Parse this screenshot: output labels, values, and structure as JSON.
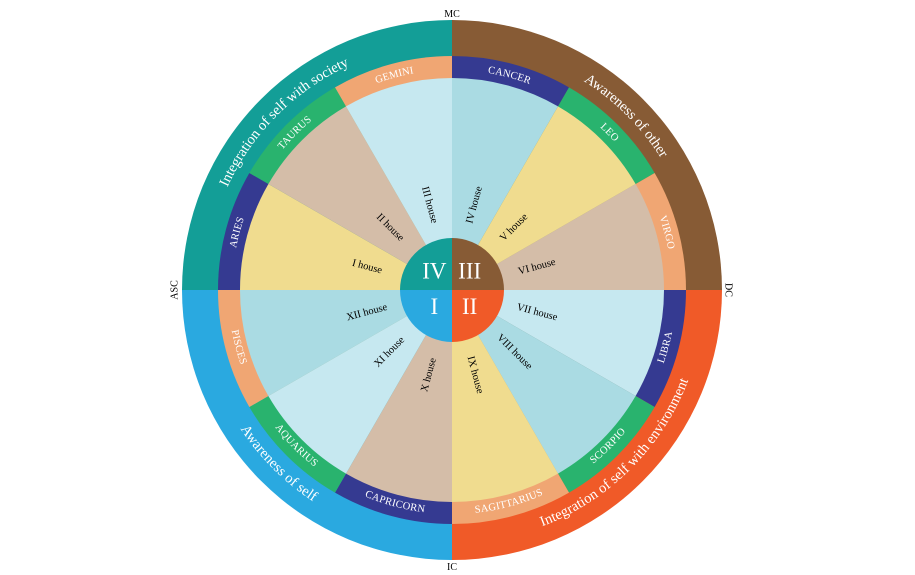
{
  "axes": {
    "top": "MC",
    "right": "DC",
    "bottom": "IC",
    "left": "ASC"
  },
  "colors": {
    "teal": "#139e97",
    "brown": "#875b35",
    "orange": "#f05a28",
    "blue": "#2aa9e0",
    "navy": "#353a91",
    "green": "#29b36e",
    "peach": "#f0a673",
    "sand": "#f0dc8f",
    "tan": "#d4bda8",
    "light_blue": "#c6e8f0",
    "aqua": "#aadbe3"
  },
  "quadrants": [
    {
      "numeral": "IV",
      "theme": "Integration of self with society",
      "color": "#139e97"
    },
    {
      "numeral": "III",
      "theme": "Awareness of other",
      "color": "#875b35"
    },
    {
      "numeral": "II",
      "theme": "Integration of self with environment",
      "color": "#f05a28"
    },
    {
      "numeral": "I",
      "theme": "Awareness of self",
      "color": "#2aa9e0"
    }
  ],
  "signs": [
    {
      "name": "ARIES",
      "color": "#353a91"
    },
    {
      "name": "TAURUS",
      "color": "#29b36e"
    },
    {
      "name": "GEMINI",
      "color": "#f0a673"
    },
    {
      "name": "CANCER",
      "color": "#353a91"
    },
    {
      "name": "LEO",
      "color": "#29b36e"
    },
    {
      "name": "VIRGO",
      "color": "#f0a673"
    },
    {
      "name": "LIBRA",
      "color": "#353a91"
    },
    {
      "name": "SCORPIO",
      "color": "#29b36e"
    },
    {
      "name": "SAGITTARIUS",
      "color": "#f0a673"
    },
    {
      "name": "CAPRICORN",
      "color": "#353a91"
    },
    {
      "name": "AQUARIUS",
      "color": "#29b36e"
    },
    {
      "name": "PISCES",
      "color": "#f0a673"
    }
  ],
  "houses": [
    {
      "label": "I house",
      "color": "#f0dc8f"
    },
    {
      "label": "II house",
      "color": "#d4bda8"
    },
    {
      "label": "III house",
      "color": "#c6e8f0"
    },
    {
      "label": "IV house",
      "color": "#aadbe3"
    },
    {
      "label": "V house",
      "color": "#f0dc8f"
    },
    {
      "label": "VI house",
      "color": "#d4bda8"
    },
    {
      "label": "VII house",
      "color": "#c6e8f0"
    },
    {
      "label": "VIII house",
      "color": "#aadbe3"
    },
    {
      "label": "IX house",
      "color": "#f0dc8f"
    },
    {
      "label": "X house",
      "color": "#d4bda8"
    },
    {
      "label": "XI house",
      "color": "#c6e8f0"
    },
    {
      "label": "XII house",
      "color": "#aadbe3"
    }
  ]
}
